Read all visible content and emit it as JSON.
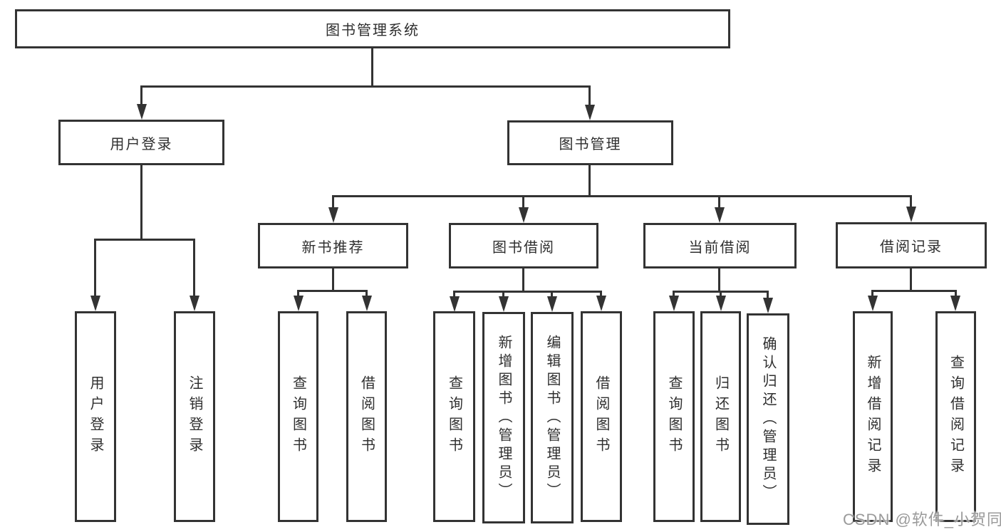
{
  "diagram": {
    "nodes": {
      "root": "图书管理系统",
      "user_login": "用户登录",
      "book_mgmt": "图书管理",
      "user_login_children": [
        "用户登录",
        "注销登录"
      ],
      "modules": [
        {
          "label": "新书推荐",
          "children": [
            "查询图书",
            "借阅图书"
          ]
        },
        {
          "label": "图书借阅",
          "children": [
            "查询图书",
            "新增图书（管理员）",
            "编辑图书（管理员）",
            "借阅图书"
          ]
        },
        {
          "label": "当前借阅",
          "children": [
            "查询图书",
            "归还图书",
            "确认归还（管理员）"
          ]
        },
        {
          "label": "借阅记录",
          "children": [
            "新增借阅记录",
            "查询借阅记录"
          ]
        }
      ]
    },
    "watermark": "CSDN @软件_小贺同学",
    "colors": {
      "line": "#333333",
      "text": "#2f2f2f",
      "watermark": "#9a9a9a",
      "background": "#ffffff"
    }
  }
}
